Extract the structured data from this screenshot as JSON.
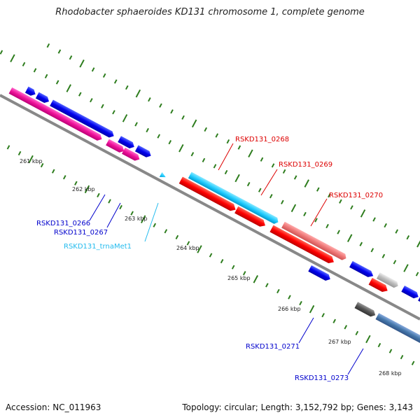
{
  "title": "Rhodobacter sphaeroides KD131 chromosome 1, complete genome",
  "accession": "Accession: NC_011963",
  "topology": "Topology: circular; Length: 3,152,792 bp; Genes: 3,143",
  "ticks": [
    {
      "label": "261 kbp",
      "kbp": 261
    },
    {
      "label": "262 kbp",
      "kbp": 262
    },
    {
      "label": "263 kbp",
      "kbp": 263
    },
    {
      "label": "264 kbp",
      "kbp": 264
    },
    {
      "label": "265 kbp",
      "kbp": 265
    },
    {
      "label": "266 kbp",
      "kbp": 266
    },
    {
      "label": "267 kbp",
      "kbp": 267
    },
    {
      "label": "268 kbp",
      "kbp": 268
    }
  ],
  "gene_labels": [
    {
      "id": "RSKD131_0266",
      "color": "#0000cc"
    },
    {
      "id": "RSKD131_0267",
      "color": "#0000cc"
    },
    {
      "id": "RSKD131_trnaMet1",
      "color": "#22bbee"
    },
    {
      "id": "RSKD131_0268",
      "color": "#dd0000"
    },
    {
      "id": "RSKD131_0269",
      "color": "#dd0000"
    },
    {
      "id": "RSKD131_0270",
      "color": "#dd0000"
    },
    {
      "id": "RSKD131_0271",
      "color": "#0000cc"
    },
    {
      "id": "RSKD131_0273",
      "color": "#0000cc"
    }
  ],
  "colors": {
    "backbone": "#888888",
    "tick": "#2e7d1e",
    "forward_gene": "#0000ee",
    "reverse_gene": "#ee1188",
    "rrna_red": "#ff0000",
    "rrna_light": "#ee7777",
    "trna": "#22ccff",
    "grey_gene": "#bbbbbb",
    "dark_grey_gene": "#555555",
    "steel_gene": "#4477aa"
  }
}
